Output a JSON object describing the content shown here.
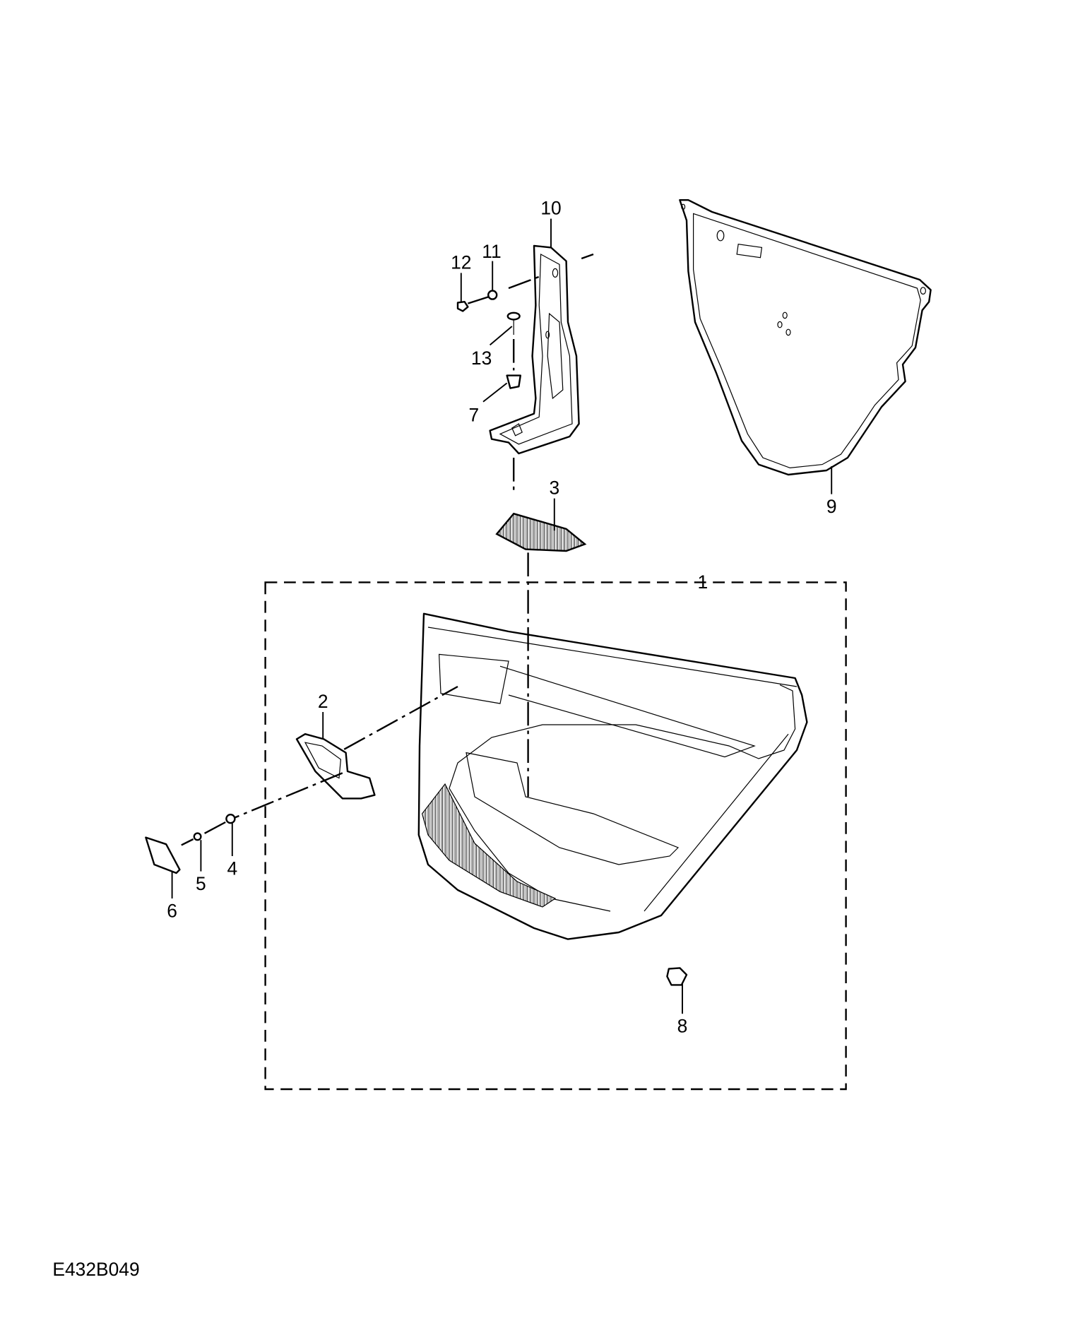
{
  "diagram": {
    "code": "E432B049",
    "callouts": [
      "1",
      "2",
      "3",
      "4",
      "5",
      "6",
      "7",
      "8",
      "9",
      "10",
      "11",
      "12",
      "13"
    ]
  }
}
